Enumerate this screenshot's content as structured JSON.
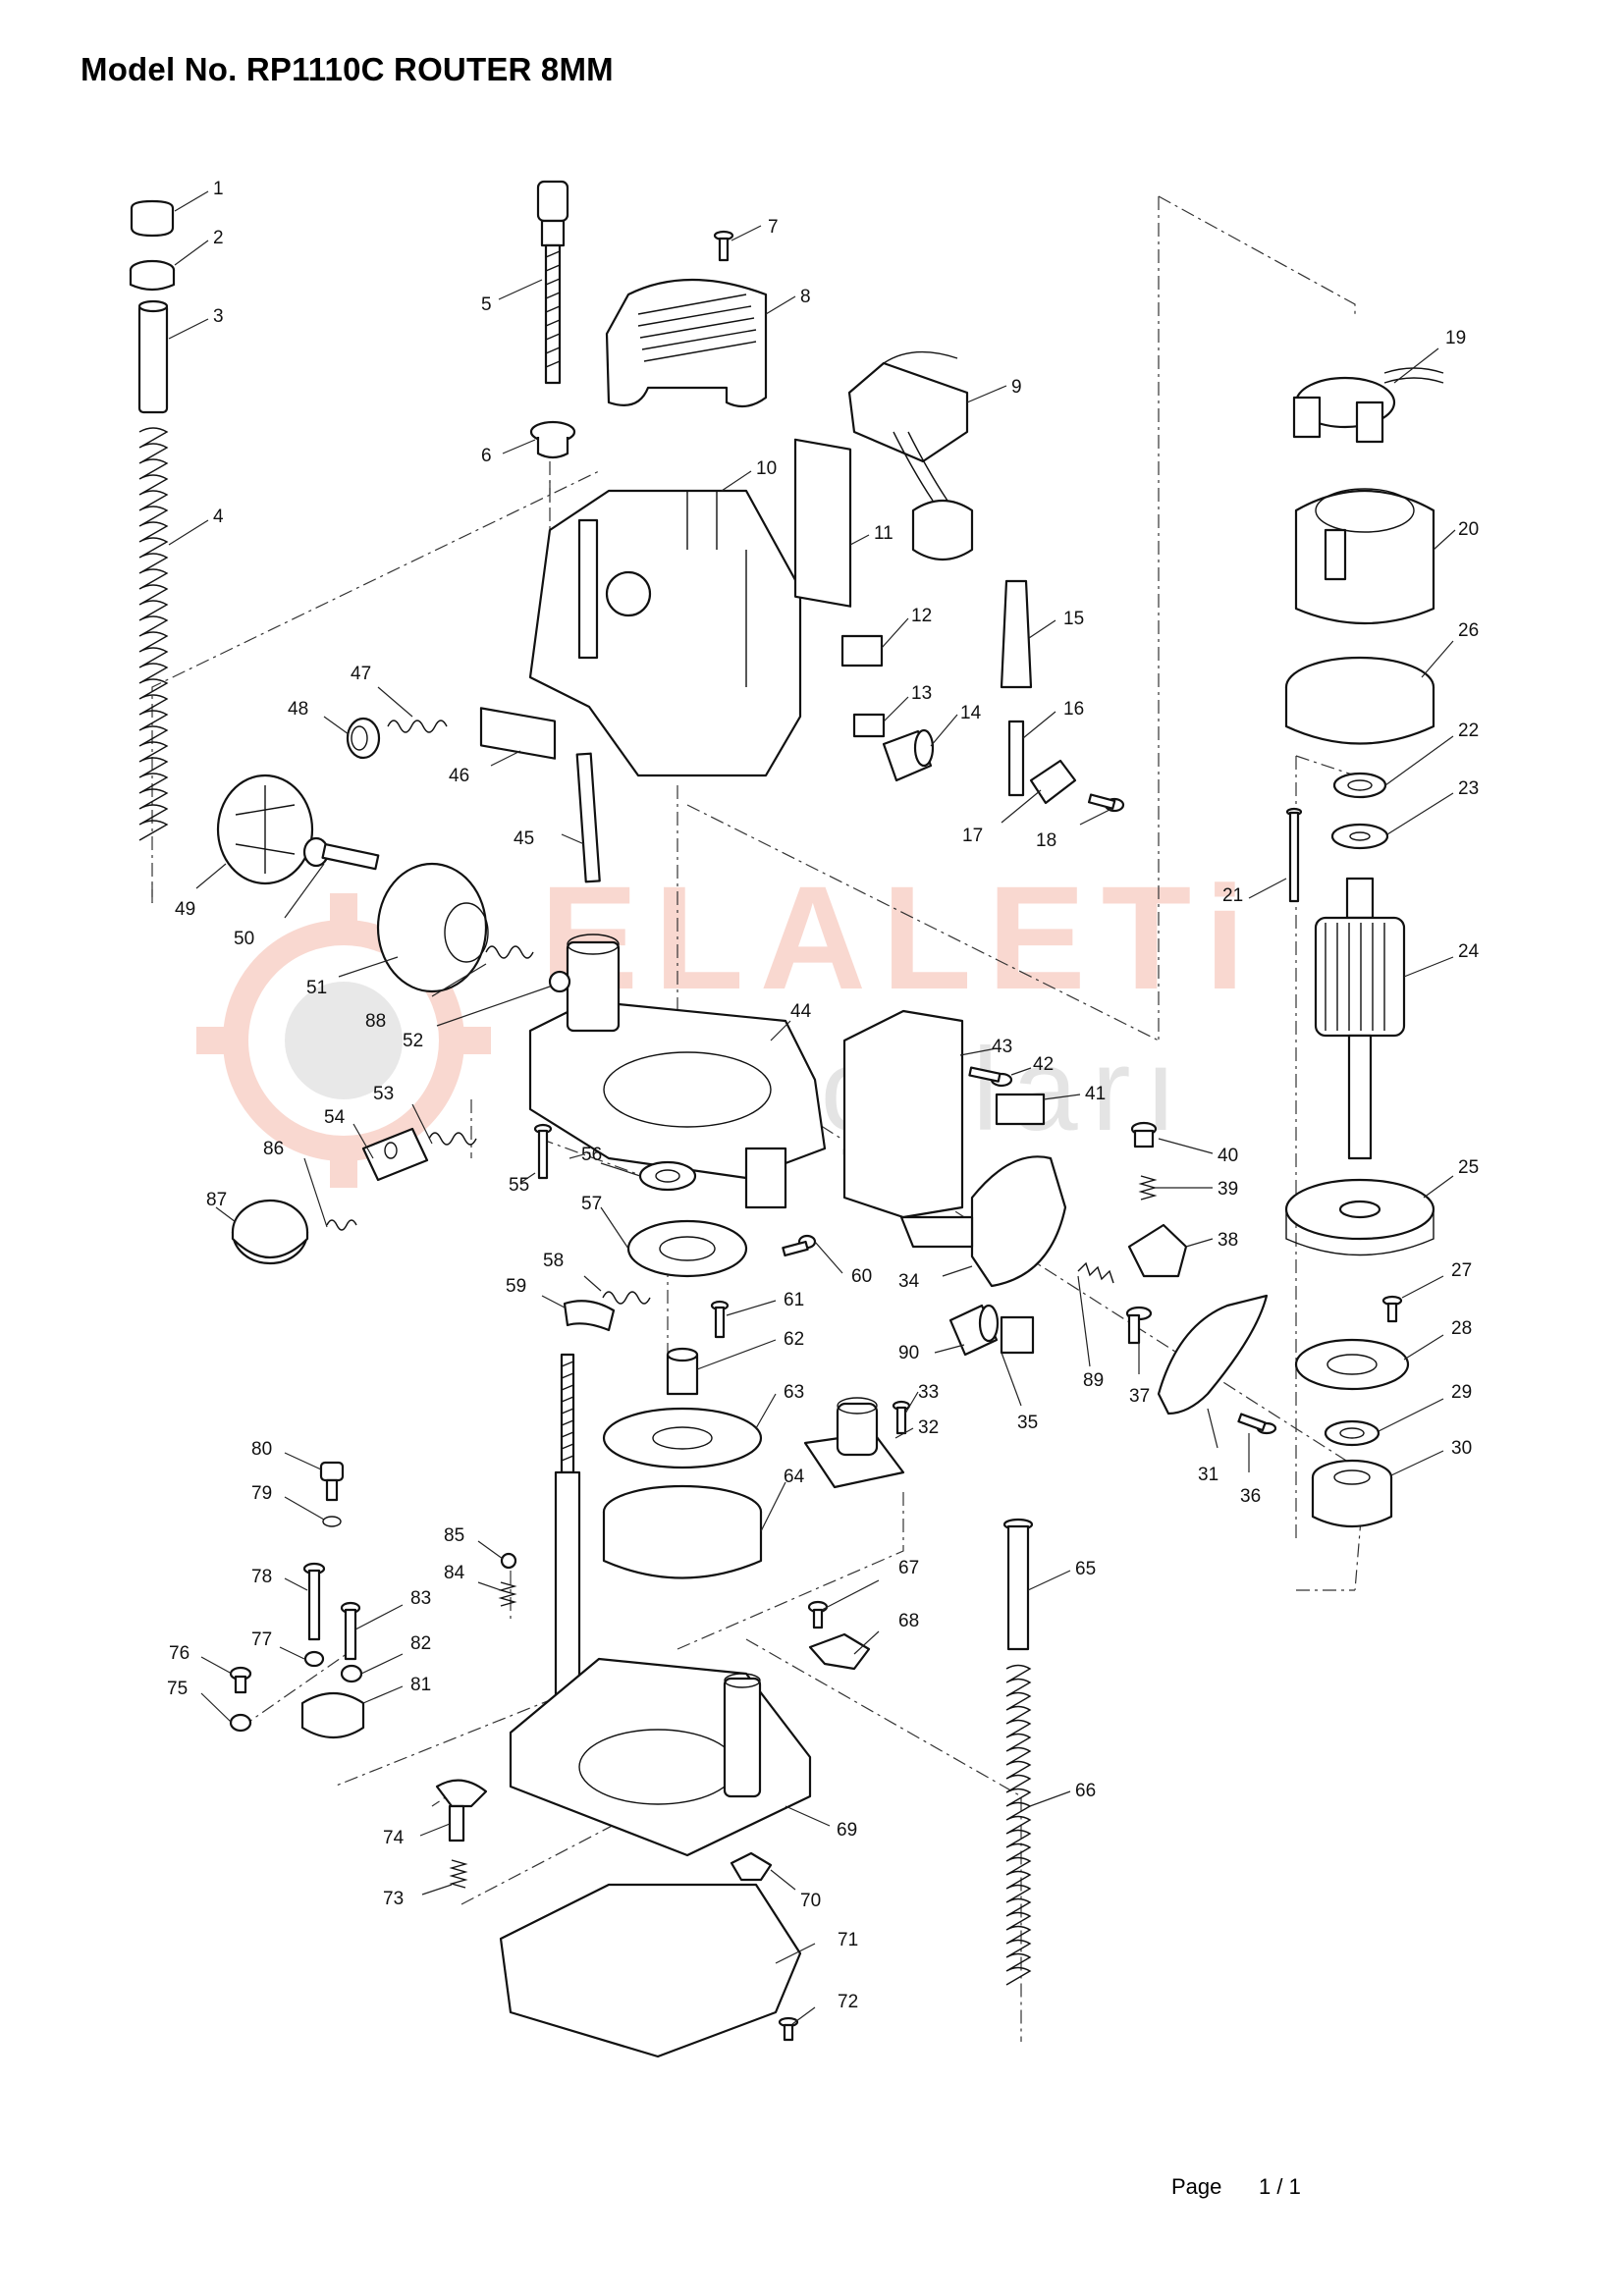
{
  "header": {
    "title": "Model No. RP1110C  ROUTER 8MM"
  },
  "footer": {
    "page_label": "Page",
    "page_number": "1 / 1"
  },
  "watermark": {
    "brand": "ELALETi",
    "sub": "parçaları"
  },
  "callouts": [
    "1",
    "2",
    "3",
    "4",
    "5",
    "6",
    "7",
    "8",
    "9",
    "10",
    "11",
    "12",
    "13",
    "14",
    "15",
    "16",
    "17",
    "18",
    "19",
    "20",
    "21",
    "22",
    "23",
    "24",
    "25",
    "26",
    "27",
    "28",
    "29",
    "30",
    "31",
    "32",
    "33",
    "34",
    "35",
    "36",
    "37",
    "38",
    "39",
    "40",
    "41",
    "42",
    "43",
    "44",
    "45",
    "46",
    "47",
    "48",
    "49",
    "50",
    "51",
    "52",
    "53",
    "54",
    "55",
    "56",
    "57",
    "58",
    "59",
    "60",
    "61",
    "62",
    "63",
    "64",
    "65",
    "66",
    "67",
    "68",
    "69",
    "70",
    "71",
    "72",
    "73",
    "74",
    "75",
    "76",
    "77",
    "78",
    "79",
    "80",
    "81",
    "82",
    "83",
    "84",
    "85",
    "86",
    "87",
    "88",
    "89",
    "90"
  ],
  "icons": {
    "logo": "gear-logo-icon"
  }
}
